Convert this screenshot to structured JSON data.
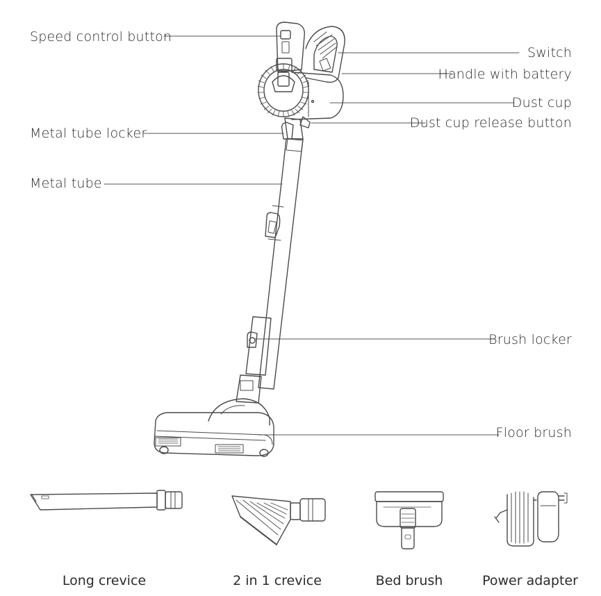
{
  "labels": {
    "speed_control": "Speed control button",
    "switch": "Switch",
    "handle_battery": "Handle with battery",
    "dust_cup": "Dust cup",
    "dust_cup_release": "Dust cup release button",
    "metal_tube_locker": "Metal tube locker",
    "metal_tube": "Metal tube",
    "brush_locker": "Brush locker",
    "floor_brush": "Floor brush"
  },
  "accessories": [
    {
      "label": "Long crevice"
    },
    {
      "label": "2 in 1 crevice"
    },
    {
      "label": "Bed brush"
    },
    {
      "label": "Power adapter"
    }
  ]
}
